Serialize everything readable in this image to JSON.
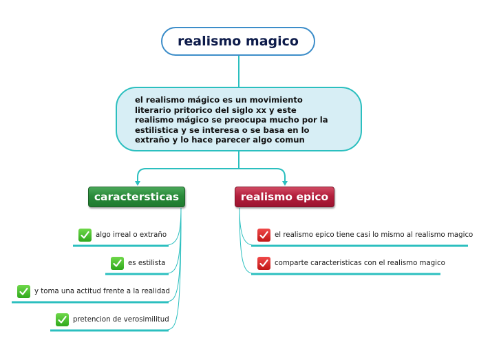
{
  "colors": {
    "connector": "#2bbfbf",
    "root_border": "#3c8dc9",
    "root_text": "#0d1b4a",
    "desc_fill": "#d7eef5",
    "branch_green": "#2a8a3a",
    "branch_red": "#b31f3c",
    "check_green": "#3cba22",
    "check_red": "#d42020"
  },
  "root": {
    "label": "realismo magico"
  },
  "description": {
    "text": "el realismo mágico es un movimiento\nliterario pritorico  del siglo xx y este\nrealismo mágico se preocupa mucho por la\nestilistica y se interesa o se basa en lo\nextraño y lo hace parecer algo comun"
  },
  "branches": [
    {
      "label": "caractersticas",
      "color": "green",
      "items": [
        {
          "icon": "green-checkmark-icon",
          "label": "algo irreal o extraño"
        },
        {
          "icon": "green-checkmark-icon",
          "label": "es estilista"
        },
        {
          "icon": "green-checkmark-icon",
          "label": "y toma una actitud frente a la realidad"
        },
        {
          "icon": "green-checkmark-icon",
          "label": "pretencion de verosimilitud"
        }
      ]
    },
    {
      "label": "realismo epico",
      "color": "red",
      "items": [
        {
          "icon": "red-checkmark-icon",
          "label": "el realismo epico tiene casi lo mismo al realismo magico"
        },
        {
          "icon": "red-checkmark-icon",
          "label": "comparte caracteristicas con el realismo magico"
        }
      ]
    }
  ]
}
